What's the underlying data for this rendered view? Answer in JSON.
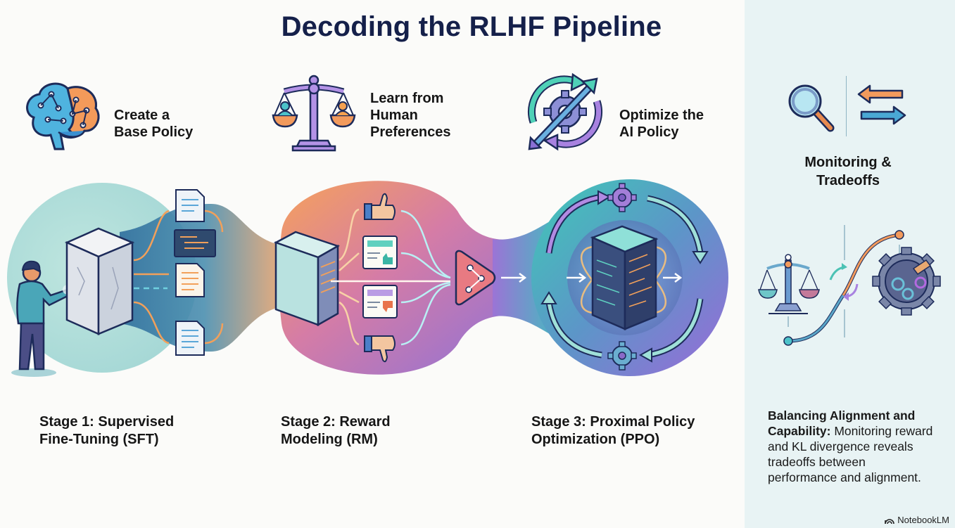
{
  "title": "Decoding the RLHF Pipeline",
  "steps": [
    {
      "icon": "brain-circuit-icon",
      "label_line1": "Create a",
      "label_line2": "Base Policy"
    },
    {
      "icon": "balance-scale-icon",
      "label_line1": "Learn from",
      "label_line2": "Human",
      "label_line3": "Preferences"
    },
    {
      "icon": "optimize-cycle-gear-icon",
      "label_line1": "Optimize the",
      "label_line2": "AI Policy"
    }
  ],
  "stages": [
    {
      "line1": "Stage 1: Supervised",
      "line2": "Fine-Tuning (SFT)"
    },
    {
      "line1": "Stage 2: Reward",
      "line2": "Modeling (RM)"
    },
    {
      "line1": "Stage 3: Proximal Policy",
      "line2": "Optimization (PPO)"
    }
  ],
  "monitoring": {
    "title_line1": "Monitoring &",
    "title_line2": "Tradeoffs",
    "desc_bold": "Balancing Alignment and Capability:",
    "desc_text": " Monitoring reward and KL divergence reveals tradeoffs between performance and alignment."
  },
  "watermark": "NotebookLM",
  "colors": {
    "title": "#15204a",
    "panel_bg": "#e8f3f4",
    "teal": "#4cc2b4",
    "orange": "#f29a5c",
    "purple": "#9b7ad8",
    "blue": "#4aa3d8"
  }
}
